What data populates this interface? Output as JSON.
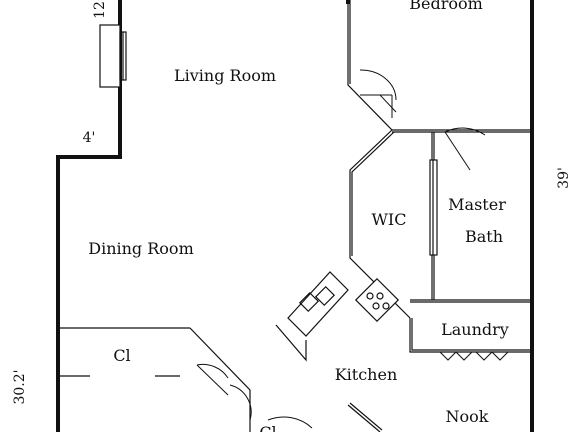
{
  "rooms": {
    "bedroom": "Bedroom",
    "living_room": "Living Room",
    "dining_room": "Dining Room",
    "wic": "WIC",
    "master_bath_line1": "Master",
    "master_bath_line2": "Bath",
    "laundry": "Laundry",
    "closet_1": "Cl",
    "closet_2": "Cl",
    "kitchen": "Kitchen",
    "nook": "Nook"
  },
  "dimensions": {
    "top_left": "12",
    "fireplace_offset": "4'",
    "right_side": "39'",
    "left_side": "30.2'"
  }
}
